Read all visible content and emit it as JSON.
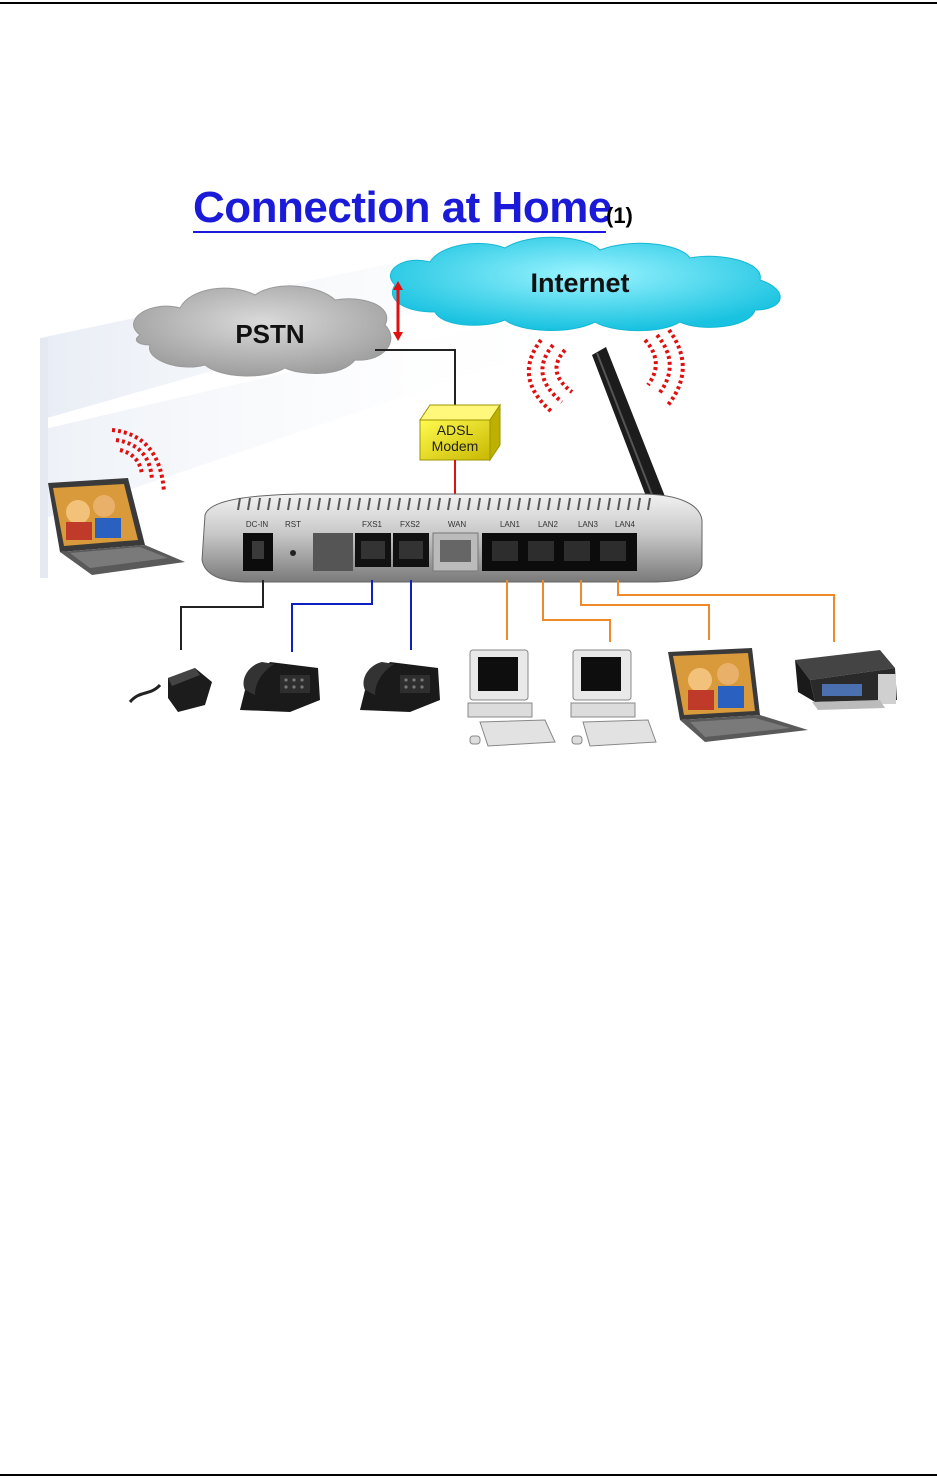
{
  "title": "Connection at Home",
  "title_suffix": "(1)",
  "clouds": {
    "pstn": "PSTN",
    "internet": "Internet"
  },
  "modem": {
    "line1": "ADSL",
    "line2": "Modem"
  },
  "router_ports": {
    "dc_in": "DC-IN",
    "rst": "RST",
    "fxs1": "FXS1",
    "fxs2": "FXS2",
    "wan": "WAN",
    "lan1": "LAN1",
    "lan2": "LAN2",
    "lan3": "LAN3",
    "lan4": "LAN4"
  },
  "colors": {
    "title": "#1a1ad8",
    "pstn_cloud": "#b8b8b8",
    "internet_cloud": "#2fd7ef",
    "wireless_signal": "#e01010",
    "phone_line": "#1020c0",
    "lan_line": "#ee8a2a",
    "wan_line": "#e01010",
    "power_line": "#222222",
    "modem_box": "#e8e000"
  },
  "devices": [
    {
      "icon": "power-adapter-icon"
    },
    {
      "icon": "telephone-icon"
    },
    {
      "icon": "telephone-icon"
    },
    {
      "icon": "desktop-computer-icon"
    },
    {
      "icon": "desktop-computer-icon"
    },
    {
      "icon": "laptop-icon"
    },
    {
      "icon": "printer-icon"
    }
  ]
}
